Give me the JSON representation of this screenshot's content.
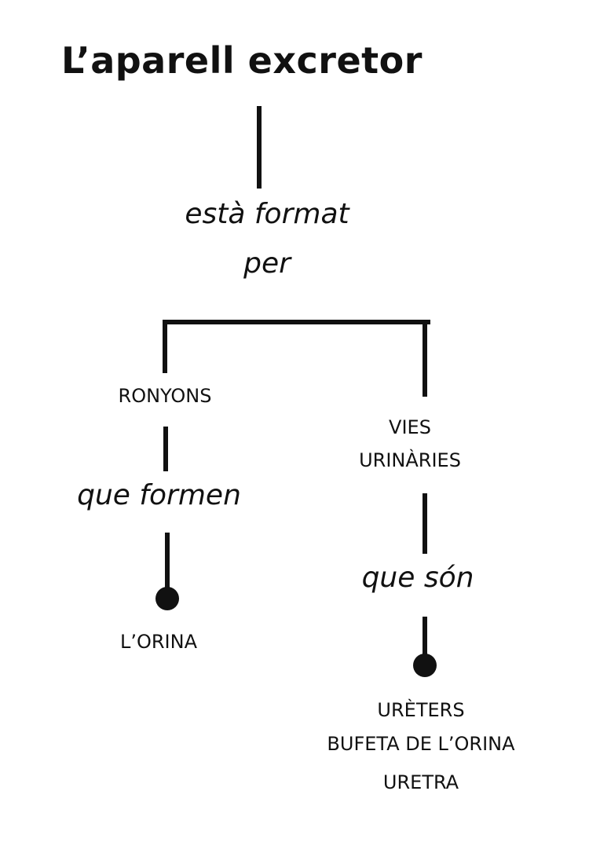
{
  "title": "L’aparell excretor",
  "connector_main": [
    "està format",
    "per"
  ],
  "left_branch": {
    "node": "RONYONS",
    "connector": "que formen",
    "result": "L’ORINA"
  },
  "right_branch": {
    "node": [
      "VIES",
      "URINÀRIES"
    ],
    "connector": "que són",
    "result": [
      "URÈTERS",
      "BUFETA DE L’ORINA",
      "URETRA"
    ]
  }
}
